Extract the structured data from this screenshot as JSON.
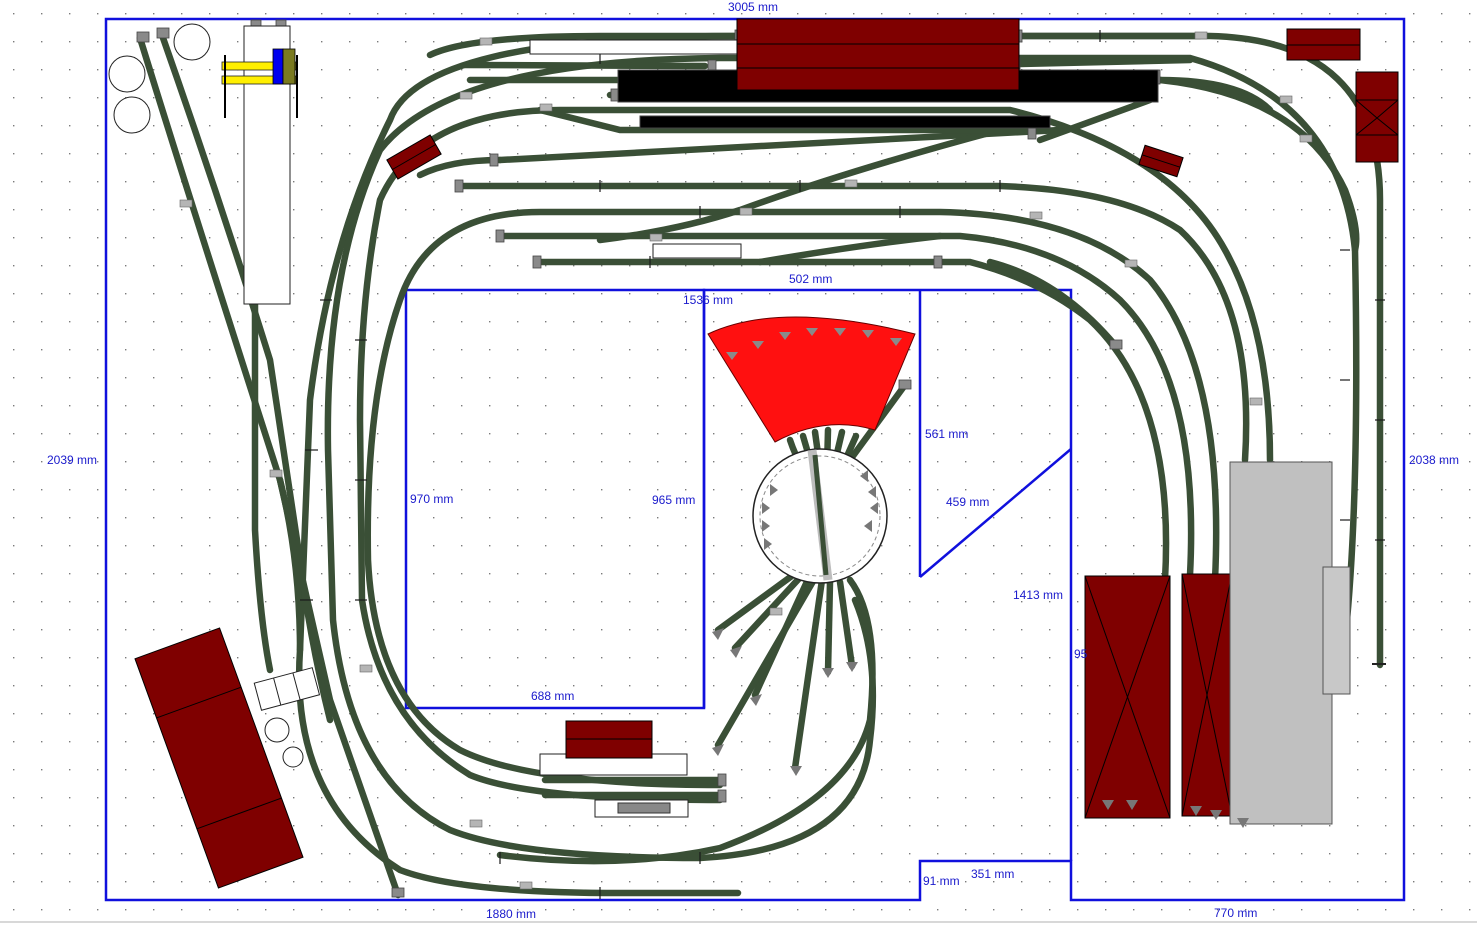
{
  "dimensions": {
    "top_total": "3005 mm",
    "left_height": "2039 mm",
    "right_height": "2038 mm",
    "bottom_left_width": "1880 mm",
    "bottom_right_width": "770 mm",
    "inner_top_width": "1536 mm",
    "upper_siding_width": "502 mm",
    "pit_left_height": "970 mm",
    "pit_right_height": "965 mm",
    "pit_bottom_width": "688 mm",
    "turntable_bay_height": "561 mm",
    "diagonal_length": "459 mm",
    "right_module_height": "1413 mm",
    "notch_height": "91 mm",
    "notch_width": "351 mm",
    "partial_label": "95"
  },
  "colors": {
    "boundary": "#1010dd",
    "track": "#3a4f36",
    "building": "#7f0000",
    "turntable_fan": "#ff1010",
    "platform": "#000000",
    "loco_shed": "#c0c0c0",
    "dimension_text": "#1a1acc"
  },
  "elements": {
    "turntable": "turntable-icon",
    "roundhouse": "roundhouse-fan-icon",
    "crane": "gantry-crane-icon",
    "tanks": "storage-tank-icon"
  }
}
